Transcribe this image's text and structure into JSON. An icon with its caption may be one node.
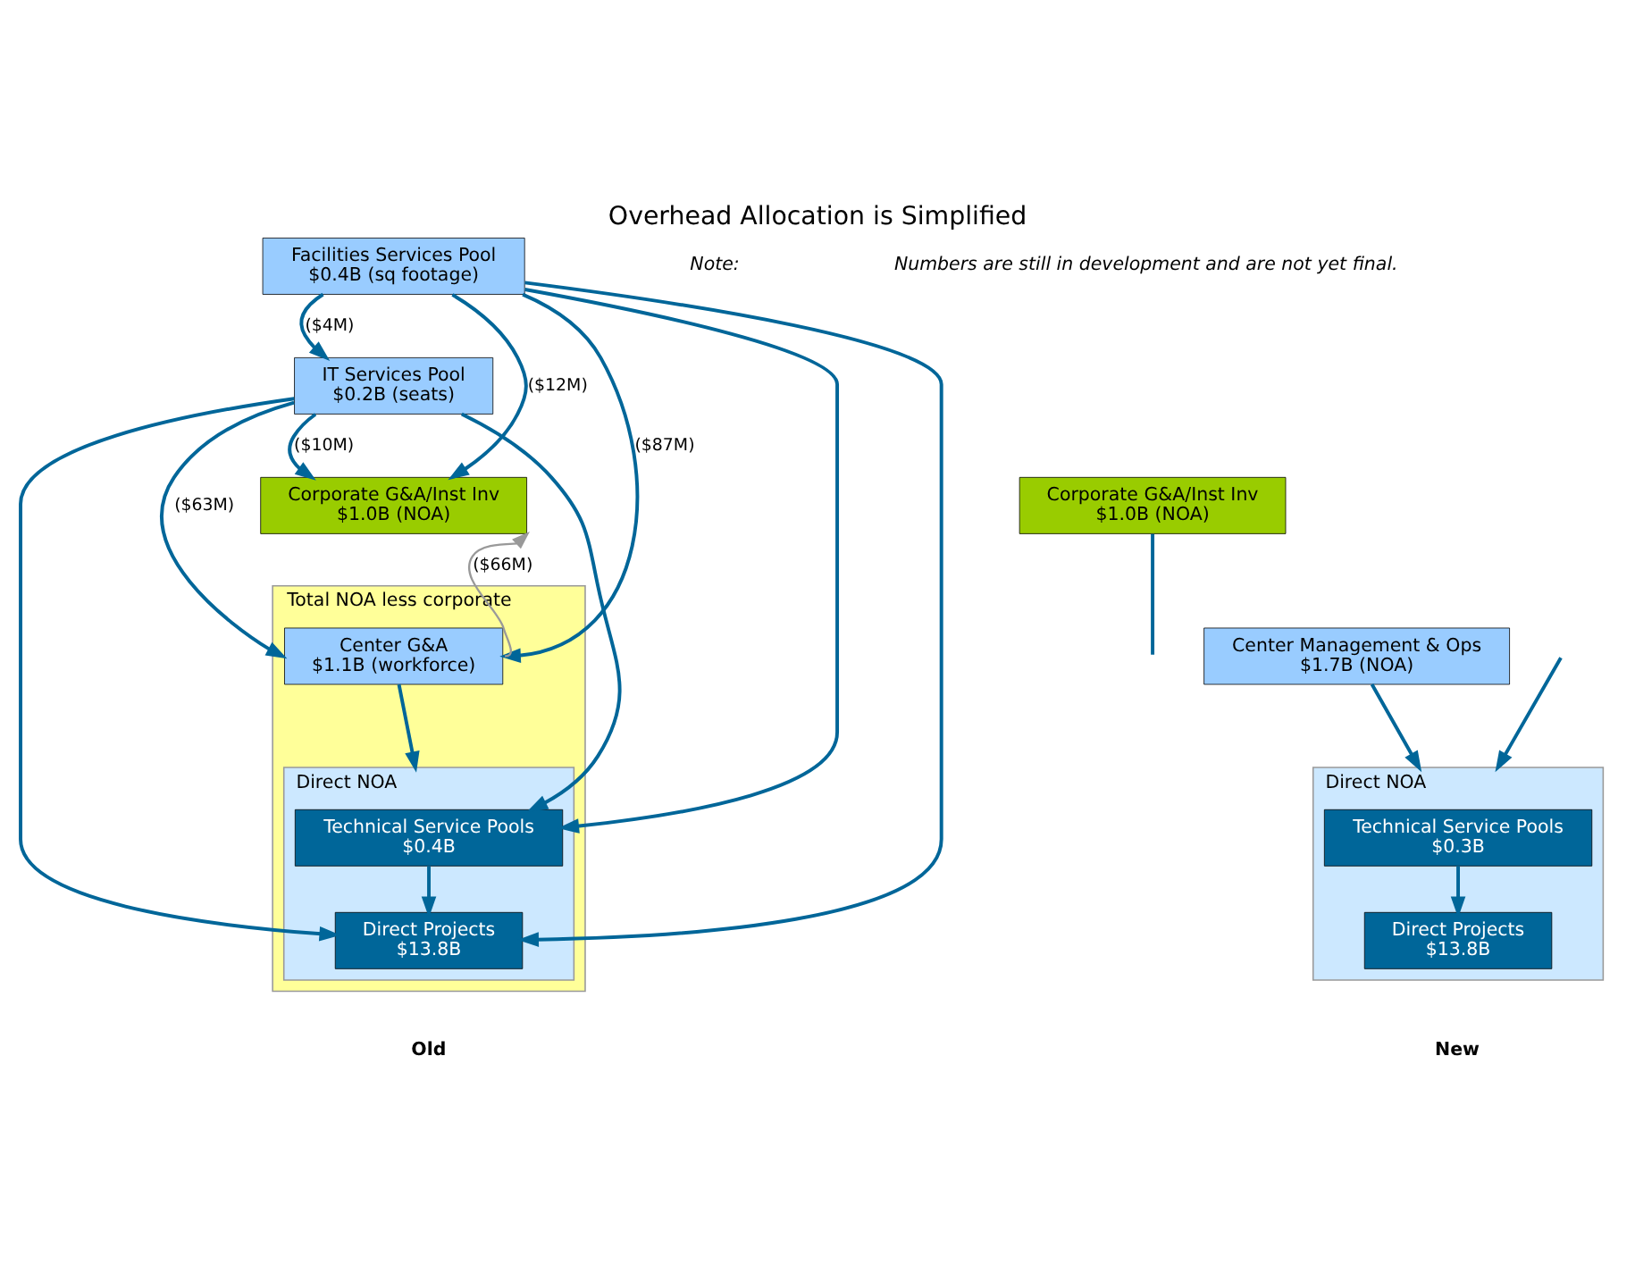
{
  "diagram": {
    "title": "Overhead Allocation is Simplified",
    "nodes": [
      {
        "text": [
          "Facilities Services Pool",
          "$0.4B (sq footage)"
        ]
      },
      {
        "text": [
          "IT Services Pool",
          "$0.2B (seats)"
        ]
      },
      {
        "text": [
          "Corporate G&A/Inst Inv",
          "$1.0B (NOA)"
        ]
      },
      {
        "text": [
          "Total NOA less corporate"
        ]
      },
      {
        "text": [
          "Center G&A",
          "$1.1B (workforce)"
        ],
        "in": 3
      },
      {
        "text": [
          "Direct NOA"
        ],
        "in": 3
      },
      {
        "text": [
          "Technical Service Pools",
          "$0.4B"
        ],
        "in": 5
      },
      {
        "text": [
          "Direct Projects",
          "$13.8B"
        ],
        "in": 5
      },
      {
        "text": [
          "Corporate G&A/Inst Inv",
          "$1.0B (NOA)"
        ]
      },
      {
        "text": [
          "Center Management & Ops",
          "$1.7B (NOA)"
        ]
      },
      {
        "text": [
          "Direct NOA"
        ]
      },
      {
        "text": [
          "Technical Service Pools",
          "$0.3B"
        ],
        "in": 10
      },
      {
        "text": [
          "Direct Projects",
          "$13.8B"
        ],
        "in": 10
      }
    ],
    "edges": [
      {
        "from": 0,
        "to": 1,
        "arrow": "to",
        "label": "($4M)"
      },
      {
        "from": 0,
        "to": 2,
        "arrow": "to",
        "label": "($12M)"
      },
      {
        "from": 0,
        "to": 4,
        "arrow": "to",
        "label": "($87M)"
      },
      {
        "from": 0,
        "to": 6,
        "arrow": "to"
      },
      {
        "from": 0,
        "to": 7,
        "arrow": "to"
      },
      {
        "from": 1,
        "to": 2,
        "arrow": "to",
        "label": "($10M)"
      },
      {
        "from": 1,
        "to": 4,
        "arrow": "to",
        "label": "($63M)"
      },
      {
        "from": 1,
        "to": 6,
        "arrow": "to"
      },
      {
        "from": 1,
        "to": 7,
        "arrow": "to"
      },
      {
        "from": 4,
        "to": 2,
        "arrow": "to",
        "label": "($66M)",
        "color": "#999999"
      },
      {
        "from": 4,
        "to": 5,
        "arrow": "to"
      },
      {
        "from": 6,
        "to": 7,
        "arrow": "to"
      },
      {
        "from": 8,
        "to": null,
        "arrow": "none"
      },
      {
        "from": null,
        "to": 10,
        "arrow": "to"
      },
      {
        "from": 9,
        "to": 10,
        "arrow": "to"
      },
      {
        "from": 11,
        "to": 12,
        "arrow": "to"
      }
    ],
    "labels": [
      "Note:",
      "Numbers are still in development and are not yet final.",
      "Old",
      "New"
    ]
  }
}
